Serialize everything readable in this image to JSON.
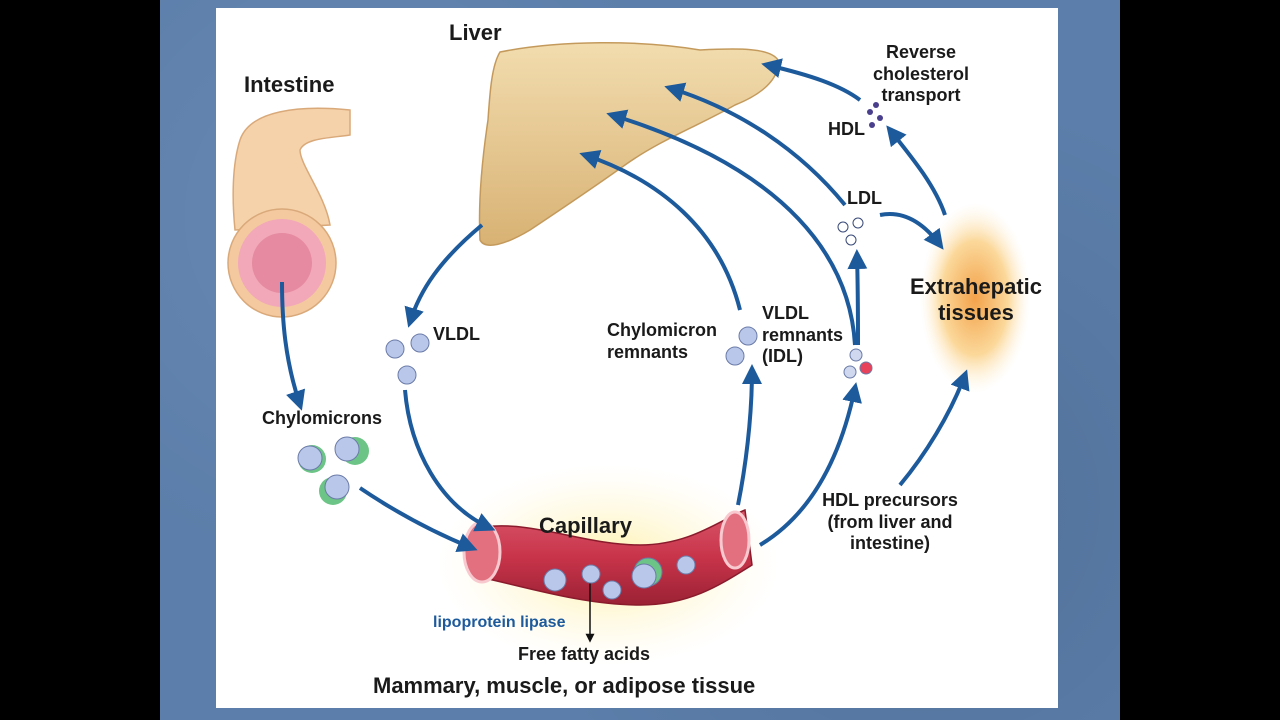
{
  "labels": {
    "liver": "Liver",
    "intestine": "Intestine",
    "chylomicrons": "Chylomicrons",
    "vldl": "VLDL",
    "chylomicron_remnants_1": "Chylomicron",
    "chylomicron_remnants_2": "remnants",
    "vldl_remnants_1": "VLDL",
    "vldl_remnants_2": "remnants",
    "vldl_remnants_3": "(IDL)",
    "ldl": "LDL",
    "hdl": "HDL",
    "reverse_1": "Reverse",
    "reverse_2": "cholesterol",
    "reverse_3": "transport",
    "extrahepatic_1": "Extrahepatic",
    "extrahepatic_2": "tissues",
    "hdl_precursors_1": "HDL precursors",
    "hdl_precursors_2": "(from liver and",
    "hdl_precursors_3": "intestine)",
    "capillary": "Capillary",
    "lipoprotein_lipase": "lipoprotein lipase",
    "free_fatty_acids": "Free fatty acids",
    "tissue": "Mammary, muscle, or adipose tissue"
  },
  "colors": {
    "arrow": "#1d5a9c",
    "liver": "#e9c98f",
    "intestine": "#f4c9a0",
    "capillary": "#c8344a",
    "particle": "#b9c8ea",
    "apoprotein": "#6cc486",
    "hdl_particle": "#4a3f8c"
  }
}
